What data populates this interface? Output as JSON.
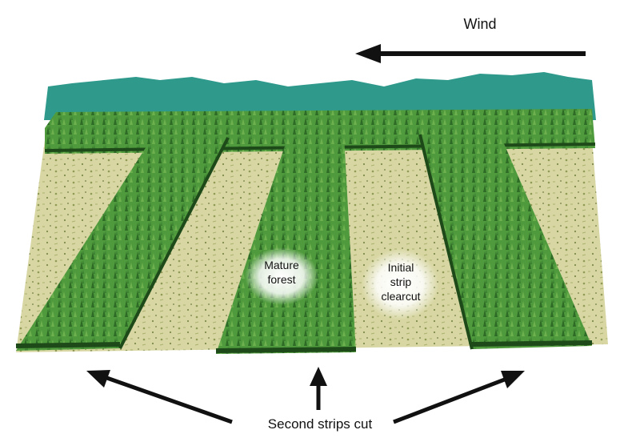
{
  "labels": {
    "wind": "Wind",
    "mature_forest": "Mature\nforest",
    "initial_strip": "Initial\nstrip\nclearcut",
    "second_strips": "Second strips cut"
  },
  "colors": {
    "background": "#ffffff",
    "distant_forest": "#2f9a8c",
    "forest_strip": "#4f9a3c",
    "forest_dark": "#1e4a1a",
    "clearcut_ground": "#d8d7a4",
    "arrow": "#111111",
    "label_glow": "#ffffff"
  }
}
